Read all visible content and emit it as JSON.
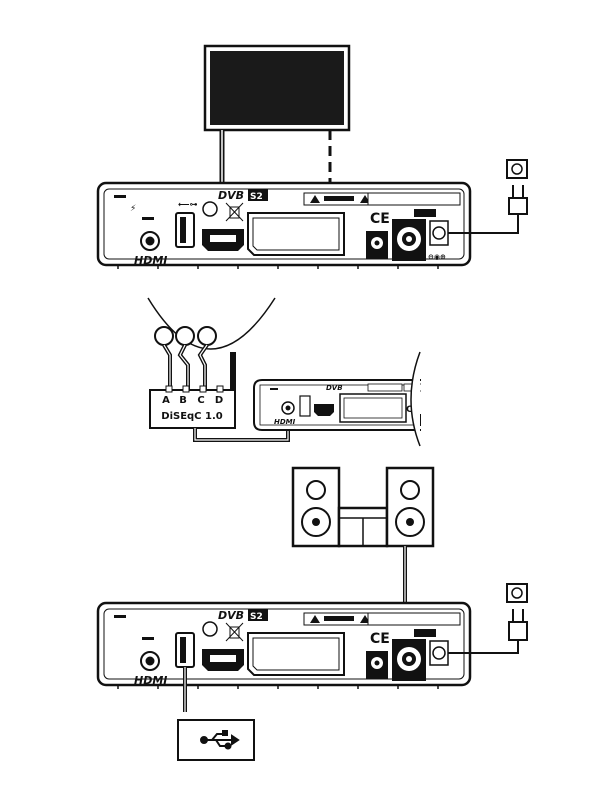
{
  "diagram": {
    "hdmi_label": "HDMI",
    "dvb_label": "DVB",
    "dvb_suffix": "S2",
    "ce_mark": "CE",
    "diseqc_ports": [
      "A",
      "B",
      "C",
      "D"
    ],
    "diseqc_label": "DiSEqC 1.0",
    "colors": {
      "line": "#111111",
      "fill": "#ffffff",
      "tv_screen": "#1a1a1a",
      "port_dark": "#111111"
    },
    "icons": [
      "tv-icon",
      "power-outlet-icon",
      "power-plug-icon",
      "satellite-dish-icon",
      "hifi-speaker-icon",
      "usb-icon",
      "dustbin-crossed-icon",
      "ce-mark-icon"
    ]
  }
}
